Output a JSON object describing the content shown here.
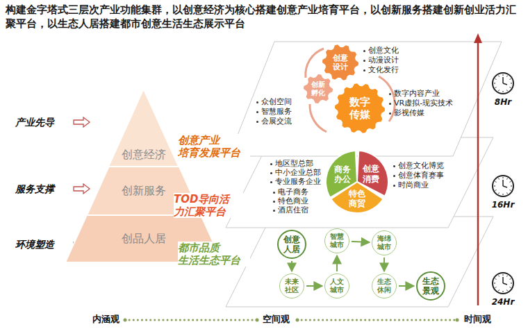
{
  "diagram": {
    "title": "构建金字塔式三层次产业功能集群，以创意经济为核心搭建创意产业培育平台，以创新服务搭建创新创业活力汇聚平台，以生态人居搭建都市创意生活生态展示平台",
    "nodes": [
      {
        "text": [
          "创意经济"
        ]
      },
      {
        "text": [
          "创新服务"
        ]
      },
      {
        "text": [
          "创品人居"
        ]
      },
      {
        "text": [
          "创意设计"
        ]
      },
      {
        "text": [
          "创新孵化"
        ]
      },
      {
        "text": [
          "数字传媒"
        ]
      },
      {
        "text": [
          "商务办公"
        ]
      },
      {
        "text": [
          "创意消费"
        ]
      },
      {
        "text": [
          "特色商贸"
        ]
      },
      {
        "text": [
          "创意人居"
        ]
      },
      {
        "text": [
          "智慧城市"
        ]
      },
      {
        "text": [
          "海绵城市"
        ]
      },
      {
        "text": [
          "未来社区"
        ]
      },
      {
        "text": [
          "人文城市"
        ]
      },
      {
        "text": [
          "生态休闲"
        ]
      },
      {
        "text": [
          "生态景观"
        ]
      }
    ],
    "edges": [
      {
        "from": 9,
        "to": 12,
        "arrow": "to"
      },
      {
        "from": 12,
        "to": 13,
        "arrow": "to"
      },
      {
        "from": 13,
        "to": 10,
        "arrow": "to"
      },
      {
        "from": 10,
        "to": 11,
        "arrow": "to"
      },
      {
        "from": 11,
        "to": 14,
        "arrow": "to"
      },
      {
        "from": 14,
        "to": 15,
        "arrow": "to"
      }
    ],
    "labels": [
      "产业先导",
      "服务支撑",
      "环境塑造",
      "创意产业 培育发展平台",
      "TOD导向活 力汇聚平台",
      "都市品质 生活生态平台",
      "创意文化",
      "动漫设计",
      "文化发行",
      "众创空间",
      "智慧服务",
      "会展交流",
      "数字内容产业",
      "VR虚拟-现实技术",
      "影视传媒",
      "地区型总部",
      "中小企业总部",
      "专业服务企业",
      "创意文化博览",
      "创意体育赛事",
      "时尚商业",
      "电子商务",
      "特色商业",
      "酒店住宿",
      "8Hr",
      "16Hr",
      "24Hr",
      "内涵观",
      "空间观",
      "时间观"
    ]
  }
}
